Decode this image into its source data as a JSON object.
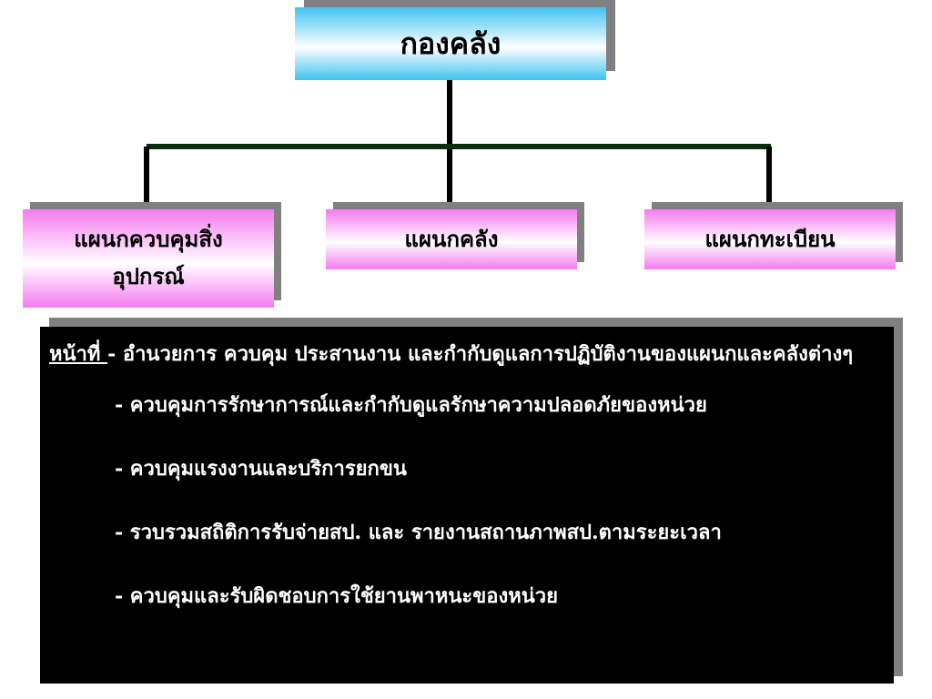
{
  "diagram": {
    "root": {
      "label": "กองคลัง"
    },
    "children": [
      {
        "label": "แผนกควบคุมสิ่งอุปกรณ์"
      },
      {
        "label": "แผนกคลัง"
      },
      {
        "label": "แผนกทะเบียน"
      }
    ],
    "colors": {
      "root_fill": "#3fc2f0",
      "child_fill": "#f57af0",
      "connector": "#000000",
      "branch_bar": "#0a2e0a",
      "shadow": "#808080",
      "duties_bg": "#000000",
      "duties_text": "#ffffff"
    }
  },
  "duties": {
    "heading": "หน้าที่ ",
    "intro": "- อำนวยการ ควบคุม ประสานงาน และกำกับดูแลการปฏิบัติงานของแผนกและคลังต่างๆ",
    "items": [
      "- ควบคุมการรักษาการณ์และกำกับดูแลรักษาความปลอดภัยของหน่วย",
      "- ควบคุมแรงงานและบริการยกขน",
      "- รวบรวมสถิติการรับจ่ายสป. และ รายงานสถานภาพสป.ตามระยะเวลา",
      "- ควบคุมและรับผิดชอบการใช้ยานพาหนะของหน่วย"
    ]
  }
}
